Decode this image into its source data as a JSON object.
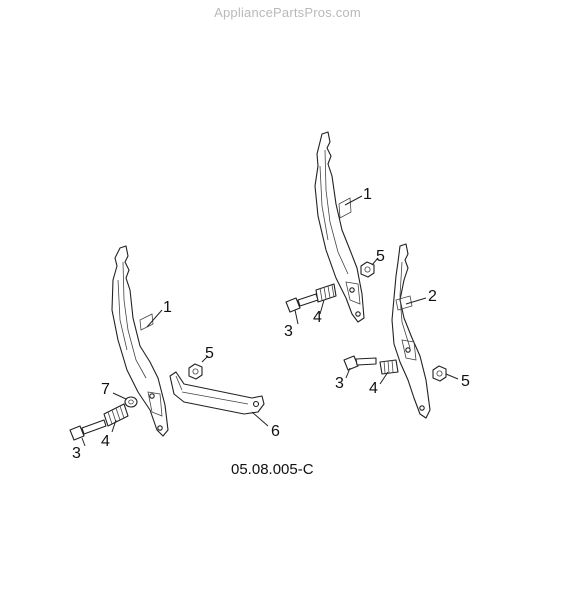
{
  "watermark": "AppliancePartsPros.com",
  "diagram_code": "05.08.005-C",
  "callouts": {
    "left_1": "1",
    "left_7": "7",
    "left_3": "3",
    "left_4": "4",
    "left_5": "5",
    "left_6": "6",
    "right_top_1": "1",
    "right_top_5": "5",
    "right_top_3": "3",
    "right_top_4": "4",
    "right_2": "2",
    "right_low_3": "3",
    "right_low_4": "4",
    "right_low_5": "5"
  }
}
